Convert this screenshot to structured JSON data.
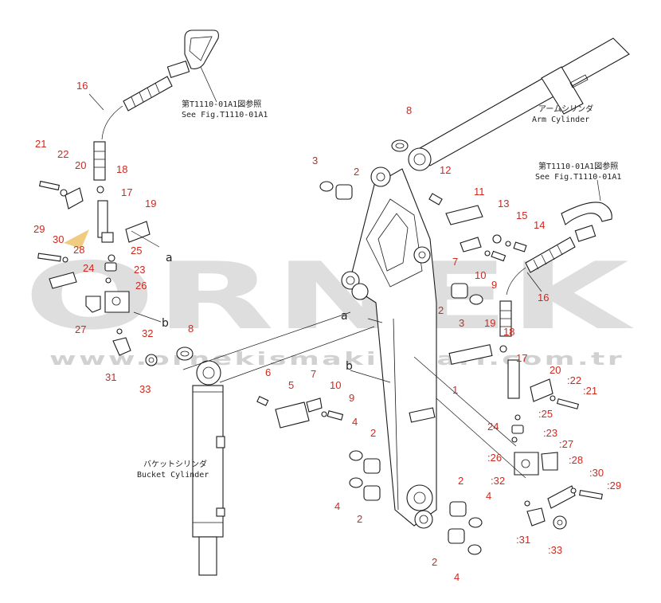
{
  "watermark": {
    "brand": "ORNEK",
    "url": "www.ornekismakinalari.com.tr"
  },
  "references": {
    "top_left_jp": "第T1110-01A1図参照",
    "top_left_en": "See Fig.T1110-01A1",
    "right_jp": "第T1110-01A1図参照",
    "right_en": "See Fig.T1110-01A1"
  },
  "components": {
    "arm_cylinder_jp": "アームシリンダ",
    "arm_cylinder_en": "Arm Cylinder",
    "bucket_cylinder_jp": "バケットシリンダ",
    "bucket_cylinder_en": "Bucket Cylinder"
  },
  "letters": {
    "a": "a",
    "b": "b"
  },
  "callouts": [
    "16",
    "21",
    "22",
    "20",
    "18",
    "17",
    "19",
    "29",
    "30",
    "28",
    "25",
    "24",
    "23",
    "26",
    "27",
    "32",
    "31",
    "33",
    "8",
    "3",
    "2",
    "12",
    "11",
    "13",
    "15",
    "14",
    "7",
    "10",
    "9",
    "16",
    "2",
    "3",
    "19",
    "18",
    "17",
    "1",
    "20",
    ":22",
    ":21",
    ":25",
    "24",
    ":23",
    ":27",
    ":26",
    ":28",
    ":30",
    ":29",
    ":32",
    ":31",
    ":33",
    "8",
    "6",
    "5",
    "7",
    "10",
    "9",
    "4",
    "2",
    "4",
    "2",
    "2",
    "4",
    "2",
    "4"
  ]
}
